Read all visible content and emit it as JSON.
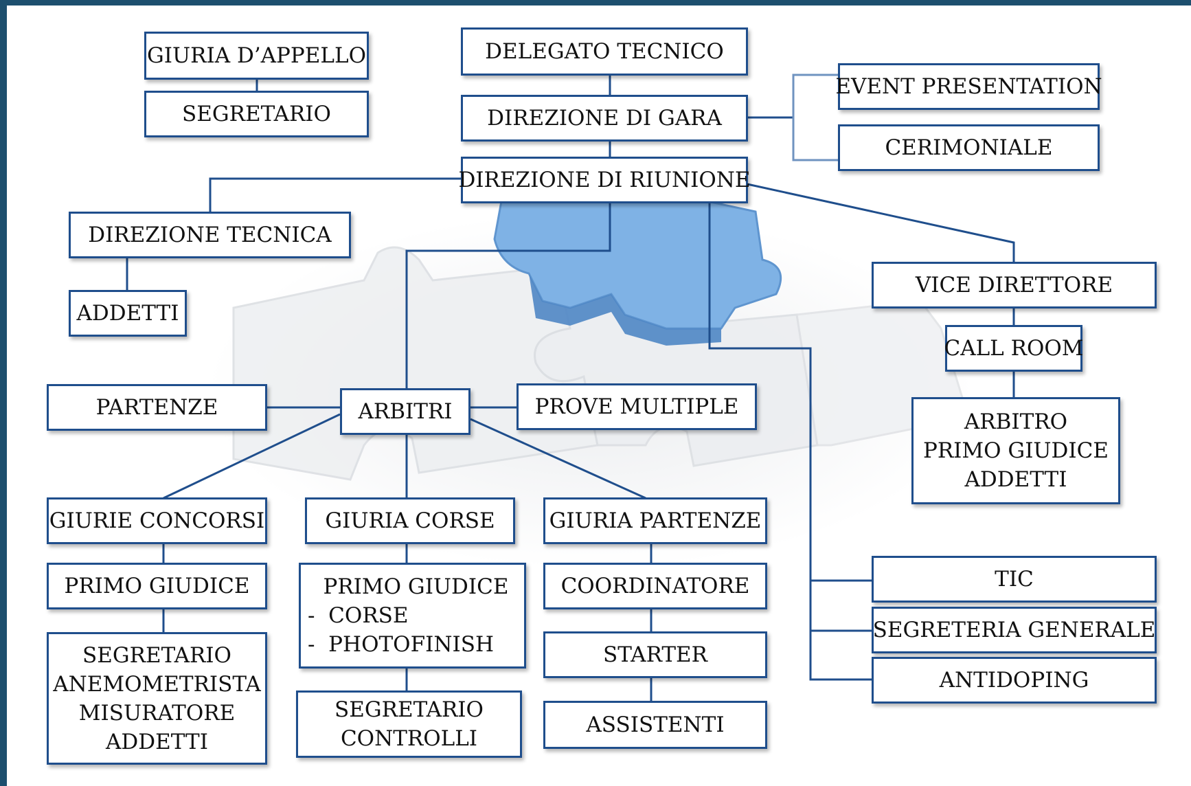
{
  "colors": {
    "frame": "#1d4f6e",
    "box_border": "#1f4e8c",
    "connector": "#1f4e8c",
    "puzzle_blue": "#7fb2e5",
    "puzzle_grey": "#eceef0"
  },
  "nodes": {
    "giuria_appello": "GIURIA D’APPELLO",
    "segretario_appello": "SEGRETARIO",
    "delegato_tecnico": "DELEGATO TECNICO",
    "direzione_gara": "DIREZIONE DI GARA",
    "event_presentation": "EVENT PRESENTATION",
    "cerimoniale": "CERIMONIALE",
    "direzione_riunione": "DIREZIONE DI RIUNIONE",
    "direzione_tecnica": "DIREZIONE TECNICA",
    "addetti_tecnica": "ADDETTI",
    "vice_direttore": "VICE DIRETTORE",
    "call_room": "CALL ROOM",
    "call_room_staff": [
      "ARBITRO",
      "PRIMO GIUDICE",
      "ADDETTI"
    ],
    "partenze": "PARTENZE",
    "arbitri": "ARBITRI",
    "prove_multiple": "PROVE MULTIPLE",
    "giurie_concorsi": "GIURIE CONCORSI",
    "giuria_corse": "GIURIA CORSE",
    "giuria_partenze": "GIURIA PARTENZE",
    "primo_giudice_concorsi": "PRIMO GIUDICE",
    "primo_giudice_corse": [
      "PRIMO GIUDICE",
      "-  CORSE",
      "-  PHOTOFINISH"
    ],
    "coordinatore": "COORDINATORE",
    "concorsi_staff": [
      "SEGRETARIO",
      "ANEMOMETRISTA",
      "MISURATORE",
      "ADDETTI"
    ],
    "corse_staff": [
      "SEGRETARIO",
      "CONTROLLI"
    ],
    "starter": "STARTER",
    "assistenti": "ASSISTENTI",
    "tic": "TIC",
    "segreteria_generale": "SEGRETERIA GENERALE",
    "antidoping": "ANTIDOPING"
  }
}
